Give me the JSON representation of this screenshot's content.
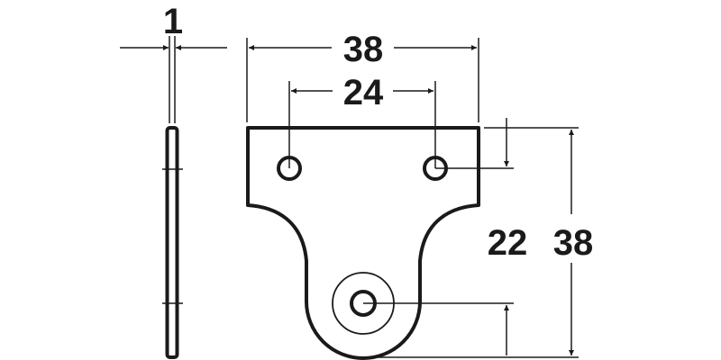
{
  "diagram": {
    "type": "technical-drawing",
    "subject": "mounting plate / mirror plate",
    "colors": {
      "line": "#1a1a1a",
      "background": "#ffffff"
    },
    "views": {
      "side": {
        "thickness_label": "1"
      },
      "front": {
        "width_label": "38",
        "hole_spacing_label": "24",
        "hole_to_hole_vertical_label": "22",
        "height_label": "38"
      }
    }
  }
}
